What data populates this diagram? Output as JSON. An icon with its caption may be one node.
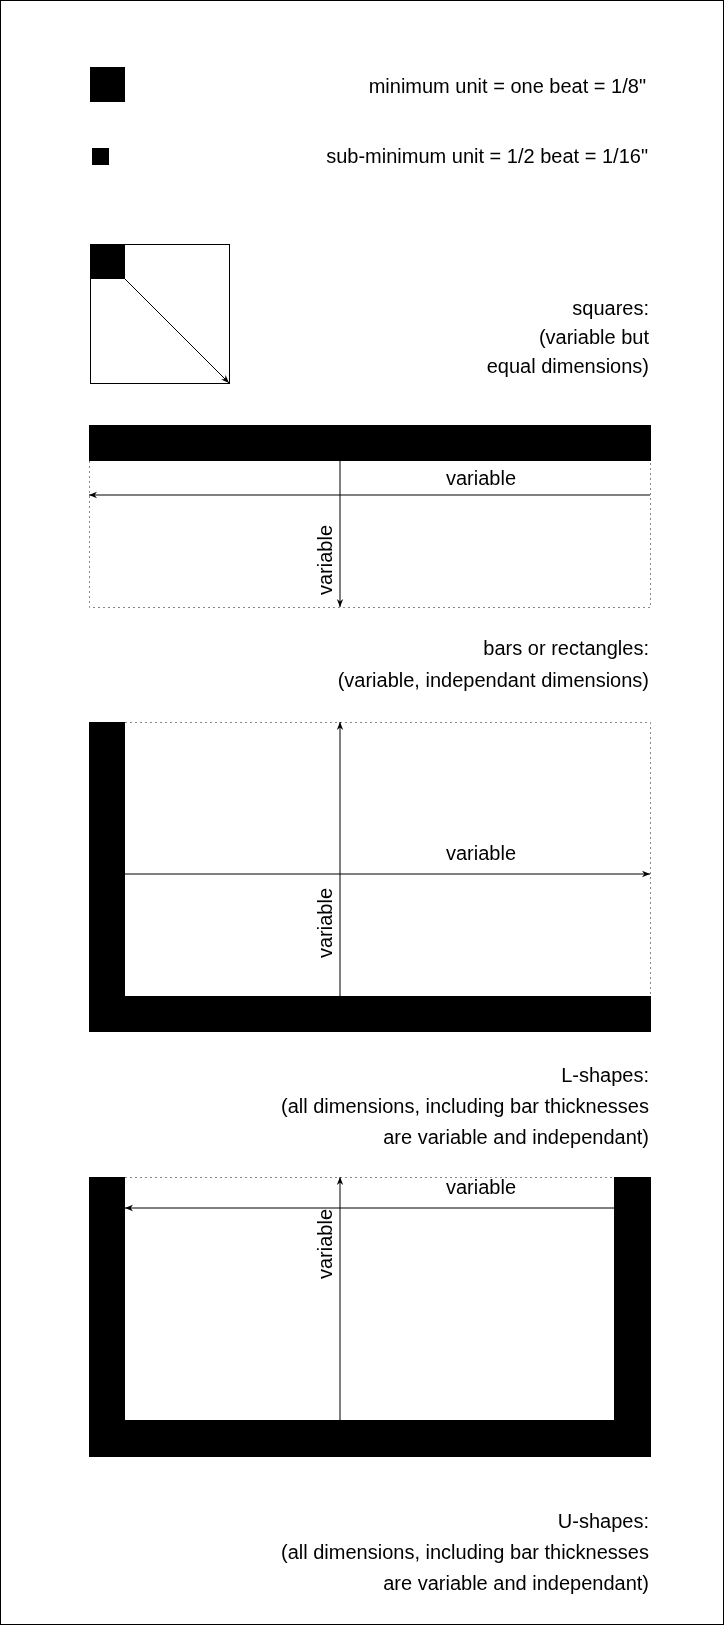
{
  "diagram": {
    "labels": [
      "minimum unit = one beat = 1/8\"",
      "sub-minimum unit = 1/2 beat = 1/16\"",
      "squares: (variable but equal dimensions)",
      "variable",
      "variable",
      "bars or rectangles: (variable, independant dimensions)",
      "variable",
      "variable",
      "L-shapes: (all dimensions, including bar thicknesses are variable and independant)",
      "variable",
      "variable",
      "U-shapes: (all dimensions, including bar thicknesses are variable and independant)"
    ]
  }
}
